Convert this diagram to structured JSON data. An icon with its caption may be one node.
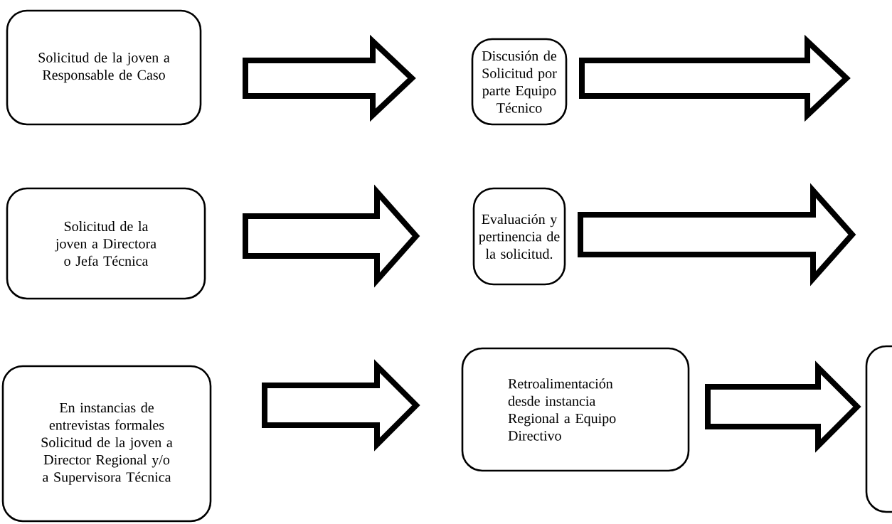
{
  "diagram": {
    "nodes": [
      {
        "text": [
          "Solicitud de la joven a Responsable de Caso"
        ]
      },
      {
        "text": [
          "Discusión de Solicitud por parte Equipo Técnico"
        ]
      },
      {
        "text": [
          "Solicitud de la joven a Directora o Jefa Técnica"
        ]
      },
      {
        "text": [
          "Evaluación y pertinencia de la solicitud."
        ]
      },
      {
        "text": [
          "En instancias de entrevistas formales Solicitud de la joven a Director Regional y/o a Supervisora Técnica"
        ]
      },
      {
        "text": [
          "Retroalimentación desde instancia Regional a Equipo Directivo"
        ]
      },
      {
        "text": [],
        "shape": "box"
      }
    ],
    "edges": [
      {
        "from": 0,
        "to": 1,
        "arrow": "to"
      },
      {
        "from": 1,
        "to": null,
        "arrow": "to"
      },
      {
        "from": 2,
        "to": 3,
        "arrow": "to"
      },
      {
        "from": 3,
        "to": null,
        "arrow": "to"
      },
      {
        "from": 4,
        "to": 5,
        "arrow": "to"
      },
      {
        "from": 5,
        "to": 6,
        "arrow": "to"
      }
    ]
  }
}
